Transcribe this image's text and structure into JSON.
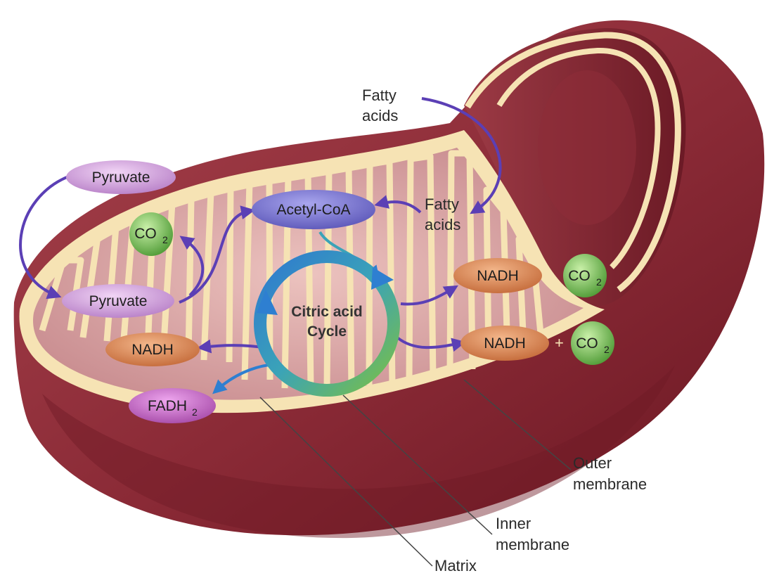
{
  "labels": {
    "fatty_acids_outer_line1": "Fatty",
    "fatty_acids_outer_line2": "acids",
    "fatty_acids_inner_line1": "Fatty",
    "fatty_acids_inner_line2": "acids",
    "pyruvate_outer": "Pyruvate",
    "pyruvate_inner": "Pyruvate",
    "co2_left": "CO",
    "co2_left_sub": "2",
    "acetyl_coa": "Acetyl-CoA",
    "cycle_line1": "Citric acid",
    "cycle_line2": "Cycle",
    "nadh_left": "NADH",
    "fadh": "FADH",
    "fadh_sub": "2",
    "nadh_right_top": "NADH",
    "plus_top": "+",
    "co2_right_top": "CO",
    "co2_right_top_sub": "2",
    "nadh_right_bottom": "NADH",
    "plus_bottom": "+",
    "co2_right_bottom": "CO",
    "co2_right_bottom_sub": "2",
    "outer_membrane_line1": "Outer",
    "outer_membrane_line2": "membrane",
    "inner_membrane_line1": "Inner",
    "inner_membrane_line2": "membrane",
    "matrix": "Matrix"
  },
  "colors": {
    "mito_dark": "#7a1e2a",
    "mito_mid": "#9b3a44",
    "membrane_cream": "#f6e3b4",
    "matrix_pink": "#d9a7a8",
    "pyruvate_fill": "#d9a6e3",
    "acetyl_fill": "#7d79d6",
    "nadh_fill": "#d8875a",
    "fadh_fill": "#c86bc9",
    "co2_fill": "#7cc25e",
    "arrow_purple": "#5b3fb5",
    "cycle_blue": "#2e7fd1",
    "cycle_green": "#79c043"
  }
}
